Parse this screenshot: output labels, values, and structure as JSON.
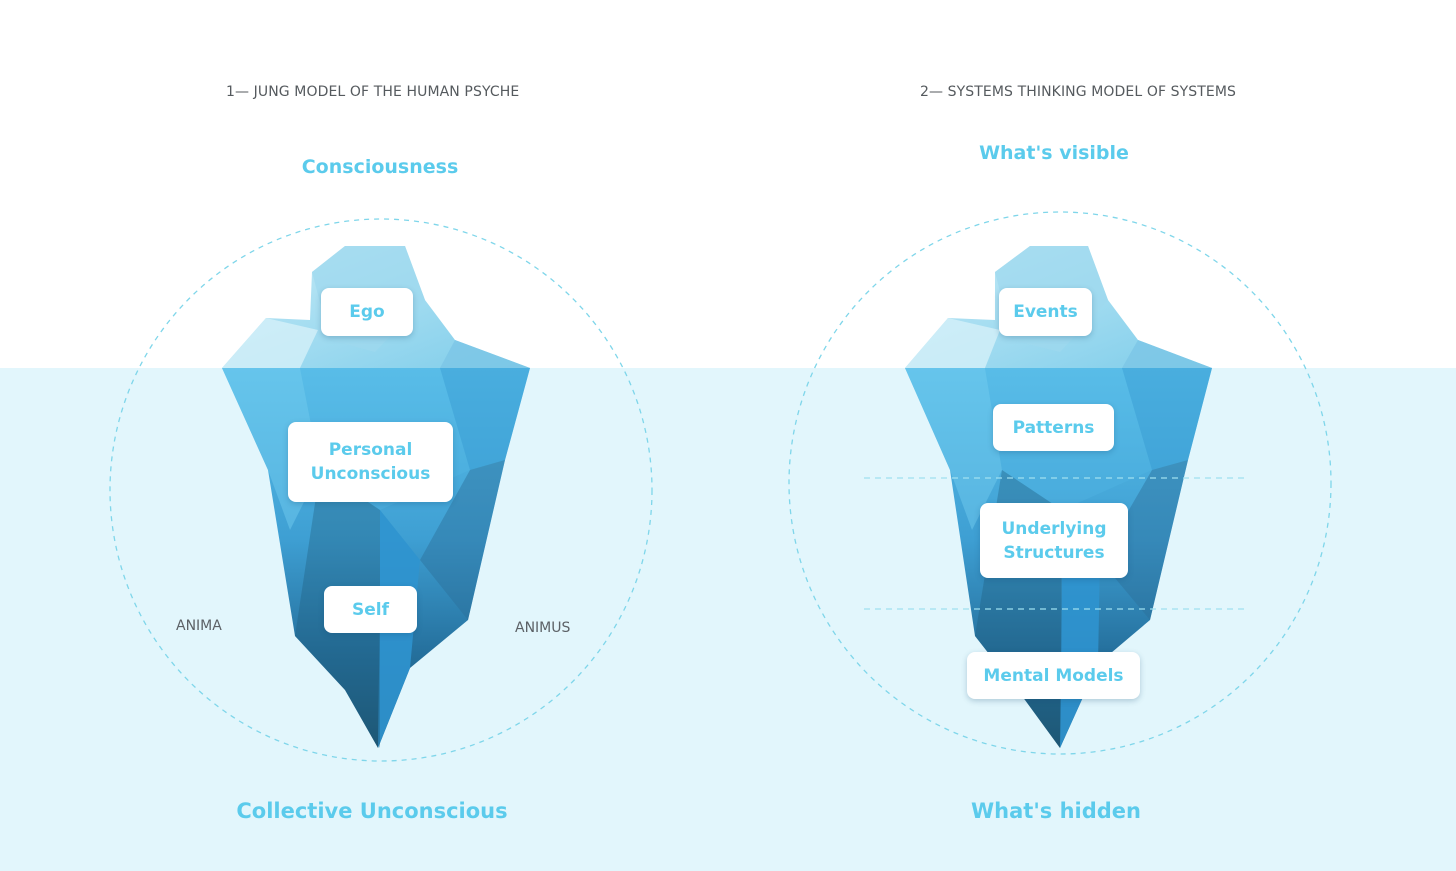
{
  "colors": {
    "accent": "#5bcbec",
    "water": "#e2f6fc",
    "ice_light": "#aee1f1",
    "ice_mid": "#4db3e2",
    "ice_deep": "#2477a8",
    "ice_dark": "#1d5674",
    "circle": "#7fd6ea"
  },
  "jung": {
    "heading": "1— JUNG MODEL OF THE HUMAN PSYCHE",
    "top_caption": "Consciousness",
    "bottom_caption": "Collective Unconscious",
    "left_label": "ANIMA",
    "right_label": "ANIMUS",
    "layers": [
      "Ego",
      "Personal\nUnconscious",
      "Self"
    ]
  },
  "systems": {
    "heading": "2— SYSTEMS THINKING MODEL OF SYSTEMS",
    "top_caption": "What's visible",
    "bottom_caption": "What's hidden",
    "layers": [
      "Events",
      "Patterns",
      "Underlying\nStructures",
      "Mental Models"
    ]
  }
}
